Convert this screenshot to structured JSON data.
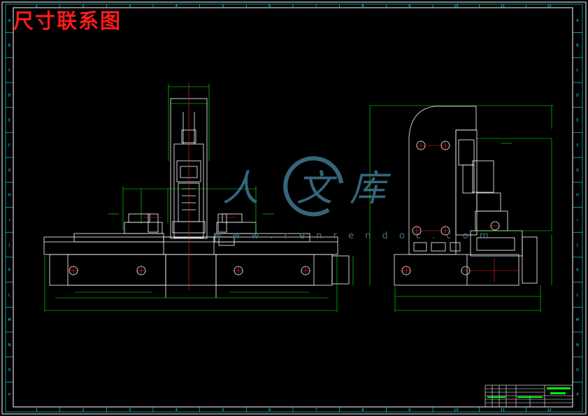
{
  "title": "尺寸联系图",
  "watermark": {
    "chars": [
      "人",
      "文",
      "库"
    ],
    "url": "w w w . r e n r e n d o c . c o m"
  },
  "border": {
    "column_labels": [
      "1",
      "2",
      "3",
      "4",
      "5",
      "6",
      "7",
      "8",
      "9",
      "10",
      "11",
      "12"
    ],
    "row_labels": [
      "A",
      "B",
      "C",
      "D",
      "E",
      "F",
      "G",
      "H",
      "I",
      "J",
      "K",
      "L",
      "M",
      "N",
      "O",
      "P"
    ]
  },
  "colors": {
    "outline": "#ffffff",
    "dimension": "#00ff00",
    "center_line": "#ff2020",
    "hidden": "#00ffff",
    "title_text": "#ff1a1a",
    "watermark": "#3f7790"
  },
  "title_block": {
    "drawing_name": "",
    "drawing_no": ""
  }
}
